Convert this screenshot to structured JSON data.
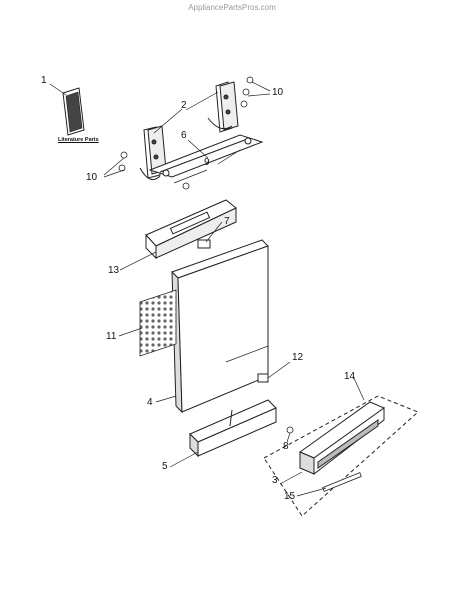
{
  "watermark": "AppliancePartsPros.com",
  "literature_caption": "Literature Parts",
  "callouts": {
    "c1": "1",
    "c2": "2",
    "c3": "3",
    "c4": "4",
    "c5": "5",
    "c6": "6",
    "c7": "7",
    "c8": "8",
    "c9": "9",
    "c10a": "10",
    "c10b": "10",
    "c11": "11",
    "c12": "12",
    "c13": "13",
    "c14": "14",
    "c15": "15"
  }
}
